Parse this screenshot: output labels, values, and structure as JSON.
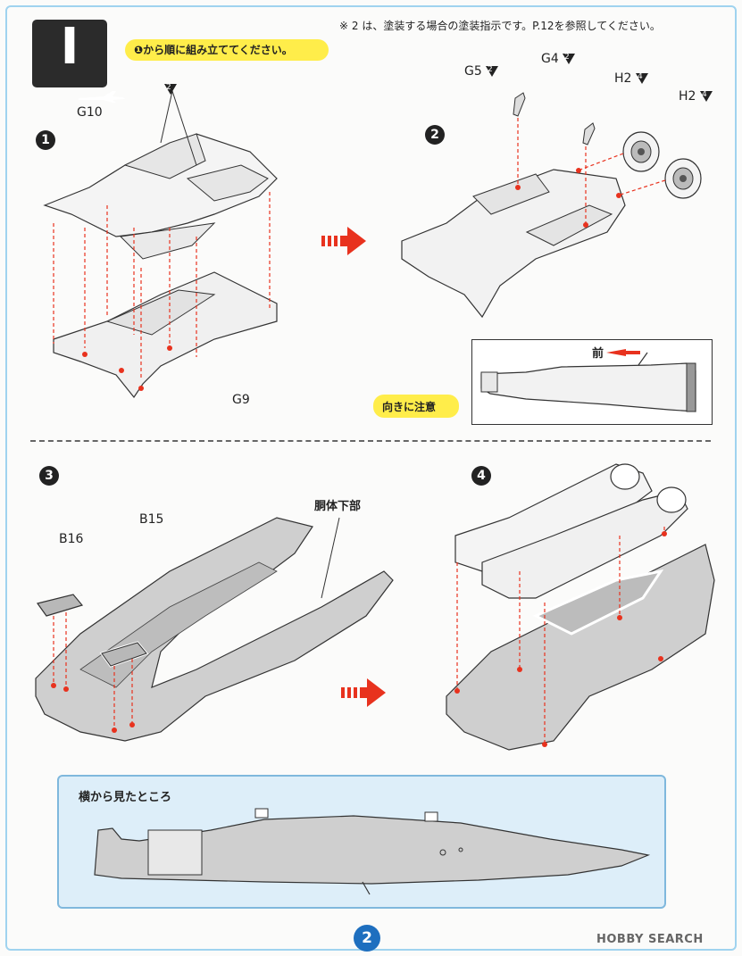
{
  "step": {
    "letter": "I"
  },
  "header": {
    "note": "※ 2 は、塗装する場合の塗装指示です。P.12を参照してください。",
    "order_instruction": "❶から順に組み立ててください。"
  },
  "steps": [
    {
      "number": "1"
    },
    {
      "number": "2"
    },
    {
      "number": "3"
    },
    {
      "number": "4"
    }
  ],
  "parts": {
    "g10": "G10",
    "g9": "G9",
    "g5": "G5",
    "g4": "G4",
    "h2a": "H2",
    "h2b": "H2",
    "b16": "B16",
    "b15": "B15",
    "lower_fuselage": "胴体下部"
  },
  "paint_codes": {
    "step1": "2",
    "g5": "2",
    "g4": "2",
    "h2a": "4",
    "h2b": "4",
    "note": "2"
  },
  "inset": {
    "front_label": "前",
    "caution": "向きに注意"
  },
  "side_view": {
    "title": "横から見たところ"
  },
  "footer": {
    "page_number": "2",
    "watermark": "HOBBY SEARCH"
  },
  "colors": {
    "accent_red": "#e8321e",
    "pill_yellow": "#ffed4a",
    "frame_blue": "#9fd3ef",
    "page_blue": "#1e6fbf"
  }
}
